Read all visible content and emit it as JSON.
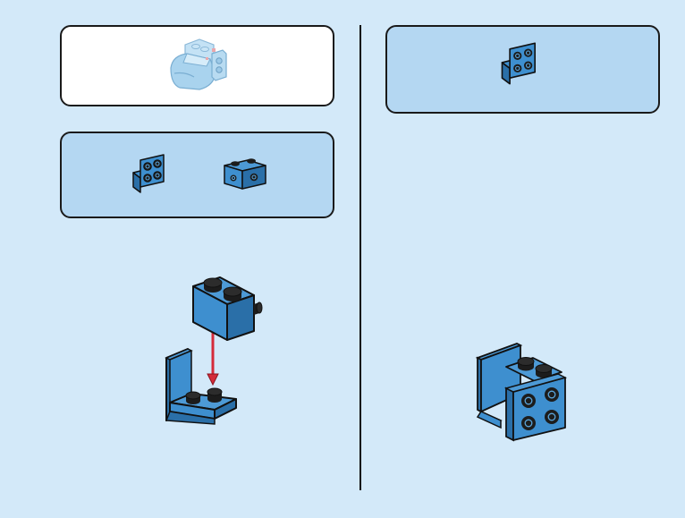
{
  "colors": {
    "page_background": "#d3e9f9",
    "parts_panel_background": "#b4d7f2",
    "reference_panel_background": "#ffffff",
    "brick_blue": "#3e8fcf",
    "brick_blue_dark": "#2a6fa8",
    "ghost_model": "#a9d3ee",
    "arrow": "#d42b3a",
    "outline": "#111111"
  },
  "left_column": {
    "reference_panel": {
      "content": "ghost-model-thumbnail"
    },
    "parts_panel": {
      "parts": [
        {
          "name": "bracket-1x2-2x2",
          "quantity": 1
        },
        {
          "name": "brick-1x2-with-side-studs",
          "quantity": 1
        }
      ]
    },
    "assembly": {
      "action": "place-brick-onto-bracket",
      "arrow_direction": "down"
    }
  },
  "right_column": {
    "parts_panel": {
      "parts": [
        {
          "name": "bracket-1x2-2x2",
          "quantity": 1
        }
      ]
    },
    "assembly": {
      "action": "attach-second-bracket-to-side-studs"
    }
  }
}
